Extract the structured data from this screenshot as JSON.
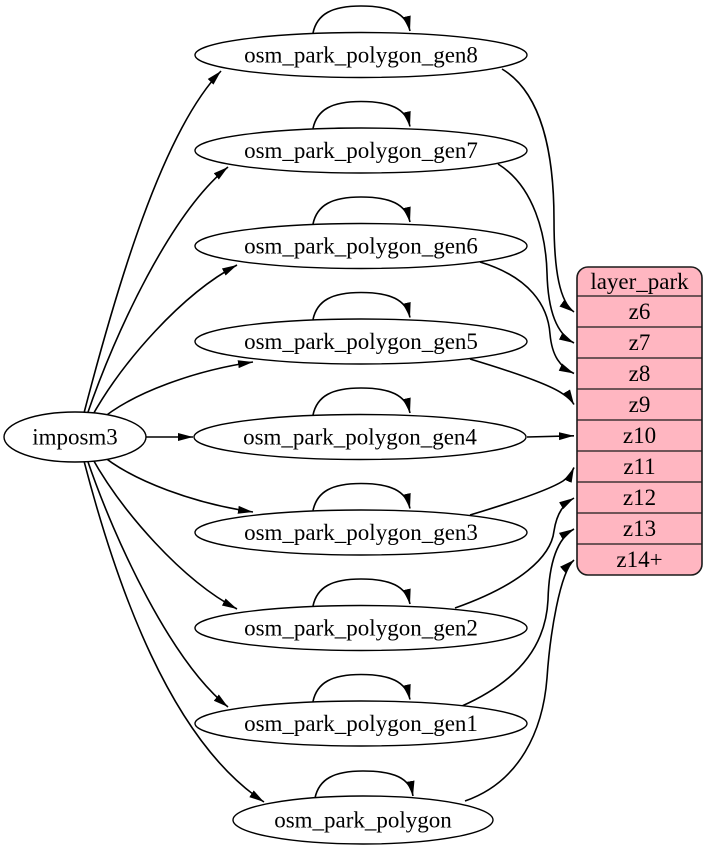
{
  "diagram": {
    "kind": "graphviz-digraph",
    "colors": {
      "layer_fill": "#ffb6c1",
      "node_fill": "#ffffff",
      "stroke": "#000000",
      "text": "#000000"
    },
    "source": {
      "label": "imposm3"
    },
    "tables": [
      {
        "id": "gen8",
        "label": "osm_park_polygon_gen8"
      },
      {
        "id": "gen7",
        "label": "osm_park_polygon_gen7"
      },
      {
        "id": "gen6",
        "label": "osm_park_polygon_gen6"
      },
      {
        "id": "gen5",
        "label": "osm_park_polygon_gen5"
      },
      {
        "id": "gen4",
        "label": "osm_park_polygon_gen4"
      },
      {
        "id": "gen3",
        "label": "osm_park_polygon_gen3"
      },
      {
        "id": "gen2",
        "label": "osm_park_polygon_gen2"
      },
      {
        "id": "gen1",
        "label": "osm_park_polygon_gen1"
      },
      {
        "id": "polygon",
        "label": "osm_park_polygon"
      }
    ],
    "layer": {
      "title": "layer_park",
      "rows": [
        "z6",
        "z7",
        "z8",
        "z9",
        "z10",
        "z11",
        "z12",
        "z13",
        "z14+"
      ]
    },
    "edges": [
      {
        "from": "imposm3",
        "to": "osm_park_polygon_gen8"
      },
      {
        "from": "imposm3",
        "to": "osm_park_polygon_gen7"
      },
      {
        "from": "imposm3",
        "to": "osm_park_polygon_gen6"
      },
      {
        "from": "imposm3",
        "to": "osm_park_polygon_gen5"
      },
      {
        "from": "imposm3",
        "to": "osm_park_polygon_gen4"
      },
      {
        "from": "imposm3",
        "to": "osm_park_polygon_gen3"
      },
      {
        "from": "imposm3",
        "to": "osm_park_polygon_gen2"
      },
      {
        "from": "imposm3",
        "to": "osm_park_polygon_gen1"
      },
      {
        "from": "imposm3",
        "to": "osm_park_polygon"
      },
      {
        "from": "osm_park_polygon_gen8",
        "to": "osm_park_polygon_gen8",
        "type": "self-loop"
      },
      {
        "from": "osm_park_polygon_gen7",
        "to": "osm_park_polygon_gen7",
        "type": "self-loop"
      },
      {
        "from": "osm_park_polygon_gen6",
        "to": "osm_park_polygon_gen6",
        "type": "self-loop"
      },
      {
        "from": "osm_park_polygon_gen5",
        "to": "osm_park_polygon_gen5",
        "type": "self-loop"
      },
      {
        "from": "osm_park_polygon_gen4",
        "to": "osm_park_polygon_gen4",
        "type": "self-loop"
      },
      {
        "from": "osm_park_polygon_gen3",
        "to": "osm_park_polygon_gen3",
        "type": "self-loop"
      },
      {
        "from": "osm_park_polygon_gen2",
        "to": "osm_park_polygon_gen2",
        "type": "self-loop"
      },
      {
        "from": "osm_park_polygon_gen1",
        "to": "osm_park_polygon_gen1",
        "type": "self-loop"
      },
      {
        "from": "osm_park_polygon",
        "to": "osm_park_polygon",
        "type": "self-loop"
      },
      {
        "from": "osm_park_polygon_gen8",
        "to": "layer_park.z6"
      },
      {
        "from": "osm_park_polygon_gen7",
        "to": "layer_park.z7"
      },
      {
        "from": "osm_park_polygon_gen6",
        "to": "layer_park.z8"
      },
      {
        "from": "osm_park_polygon_gen5",
        "to": "layer_park.z9"
      },
      {
        "from": "osm_park_polygon_gen4",
        "to": "layer_park.z10"
      },
      {
        "from": "osm_park_polygon_gen3",
        "to": "layer_park.z11"
      },
      {
        "from": "osm_park_polygon_gen2",
        "to": "layer_park.z12"
      },
      {
        "from": "osm_park_polygon_gen1",
        "to": "layer_park.z13"
      },
      {
        "from": "osm_park_polygon",
        "to": "layer_park.z14+"
      }
    ]
  }
}
